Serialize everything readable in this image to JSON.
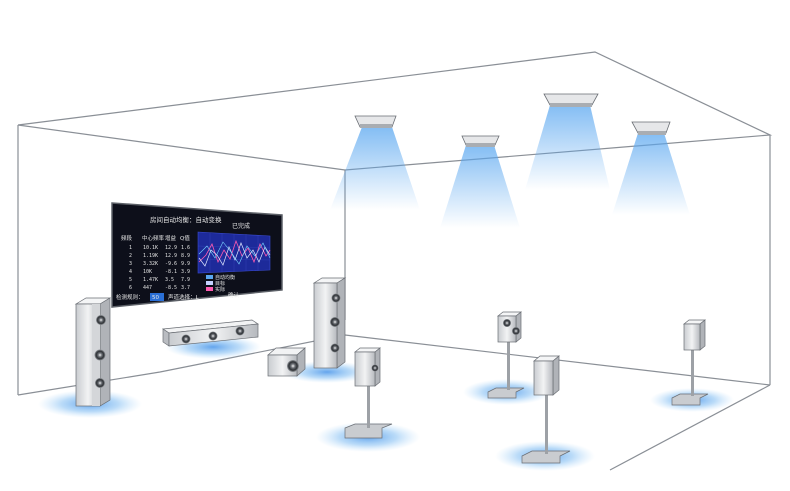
{
  "screen": {
    "title": "房间自动均衡：自动变换",
    "badge": "已完成",
    "table_headers": [
      "频段",
      "中心频率",
      "增益",
      "Q值"
    ],
    "table_rows": [
      [
        "1",
        "10.1K",
        "12.9",
        "1.6"
      ],
      [
        "2",
        "1.19K",
        "12.9",
        "8.9"
      ],
      [
        "3",
        "3.32K",
        "-9.6",
        "9.9"
      ],
      [
        "4",
        "10K",
        "-8.1",
        "3.9"
      ],
      [
        "5",
        "1.47K",
        "3.5",
        "7.9"
      ],
      [
        "6",
        "447",
        "-8.5",
        "3.7"
      ]
    ],
    "legend": [
      "自动均衡",
      "目标",
      "实际"
    ],
    "footer_left_label": "检测规则：",
    "footer_left_value": "50",
    "footer_mid": "声道选择：L",
    "footer_right": "确认"
  },
  "colors": {
    "wall_line": "#8a8f96",
    "glow": "#5aa7f0",
    "screen_bg": "#0d0f1a",
    "graph_bg": "#1d2a9a",
    "speaker_body": "#d9dbde"
  }
}
